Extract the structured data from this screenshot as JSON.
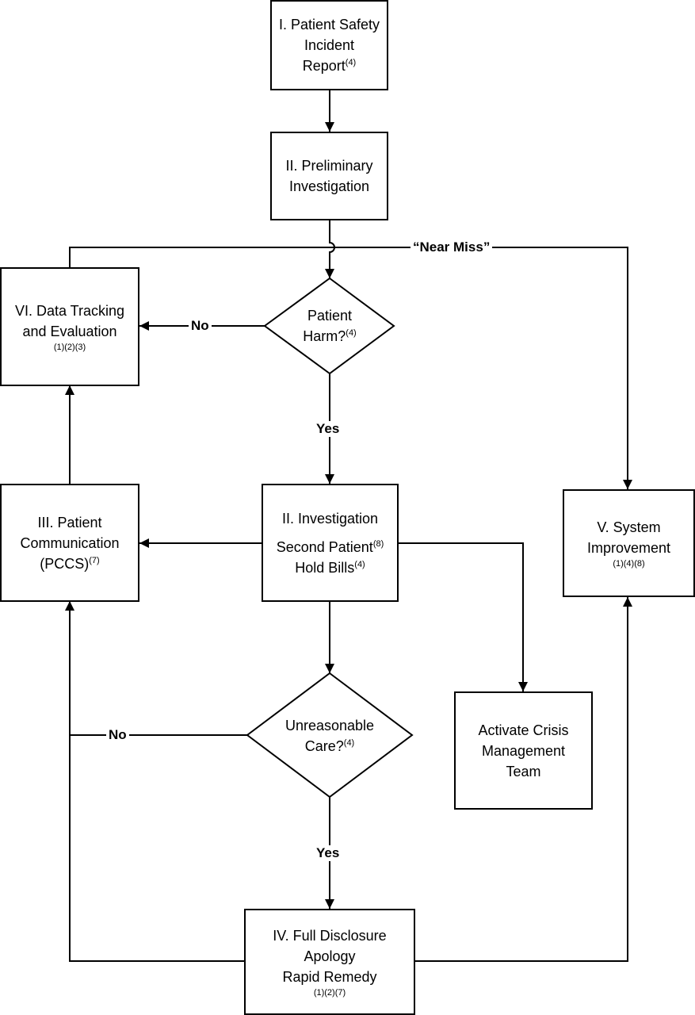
{
  "nodes": {
    "incident_report": {
      "line1": "I. Patient Safety",
      "line2": "Incident",
      "line3": "Report",
      "sup": "(4)"
    },
    "preliminary_investigation": {
      "line1": "II. Preliminary",
      "line2": "Investigation"
    },
    "patient_harm": {
      "line1": "Patient",
      "line2": "Harm?",
      "sup": "(4)"
    },
    "data_tracking": {
      "line1": "VI. Data Tracking",
      "line2": "and Evaluation",
      "refs": "(1)(2)(3)"
    },
    "investigation": {
      "line1": "II. Investigation",
      "line2": "Second Patient",
      "sup2": "(8)",
      "line3": "Hold Bills",
      "sup3": "(4)"
    },
    "patient_communication": {
      "line1": "III. Patient",
      "line2": "Communication",
      "line3": "(PCCS)",
      "sup": "(7)"
    },
    "system_improvement": {
      "line1": "V. System",
      "line2": "Improvement",
      "refs": "(1)(4)(8)"
    },
    "unreasonable_care": {
      "line1": "Unreasonable",
      "line2": "Care?",
      "sup": "(4)"
    },
    "crisis_team": {
      "line1": "Activate Crisis",
      "line2": "Management",
      "line3": "Team"
    },
    "full_disclosure": {
      "line1": "IV. Full Disclosure",
      "line2": "Apology",
      "line3": "Rapid Remedy",
      "refs": "(1)(2)(7)"
    }
  },
  "edge_labels": {
    "near_miss": "“Near Miss”",
    "harm_no": "No",
    "harm_yes": "Yes",
    "care_no": "No",
    "care_yes": "Yes"
  }
}
